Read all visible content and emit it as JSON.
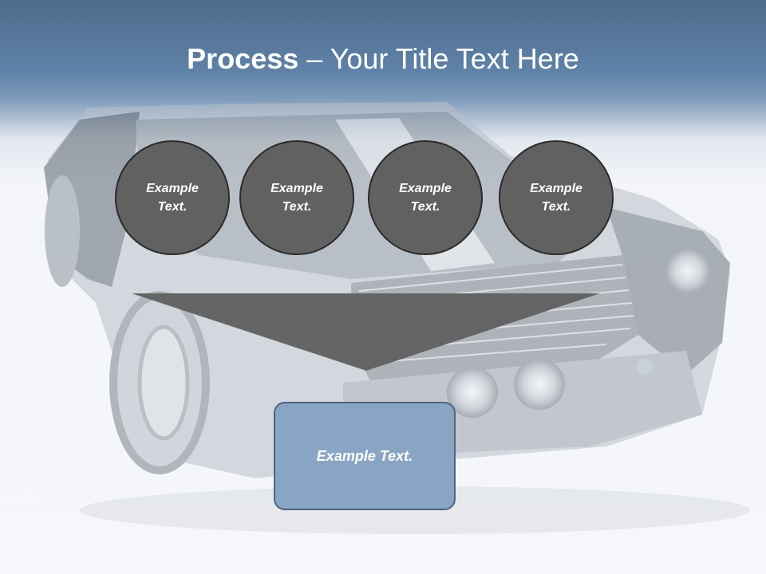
{
  "title": {
    "bold": "Process",
    "rest": " – Your Title Text Here"
  },
  "steps": [
    {
      "label": "Example Text."
    },
    {
      "label": "Example Text."
    },
    {
      "label": "Example Text."
    },
    {
      "label": "Example Text."
    }
  ],
  "result": {
    "label": "Example Text."
  },
  "colors": {
    "header": "#5f82a8",
    "circle": "#616161",
    "funnel": "#616161",
    "box": "#89a5c4"
  }
}
